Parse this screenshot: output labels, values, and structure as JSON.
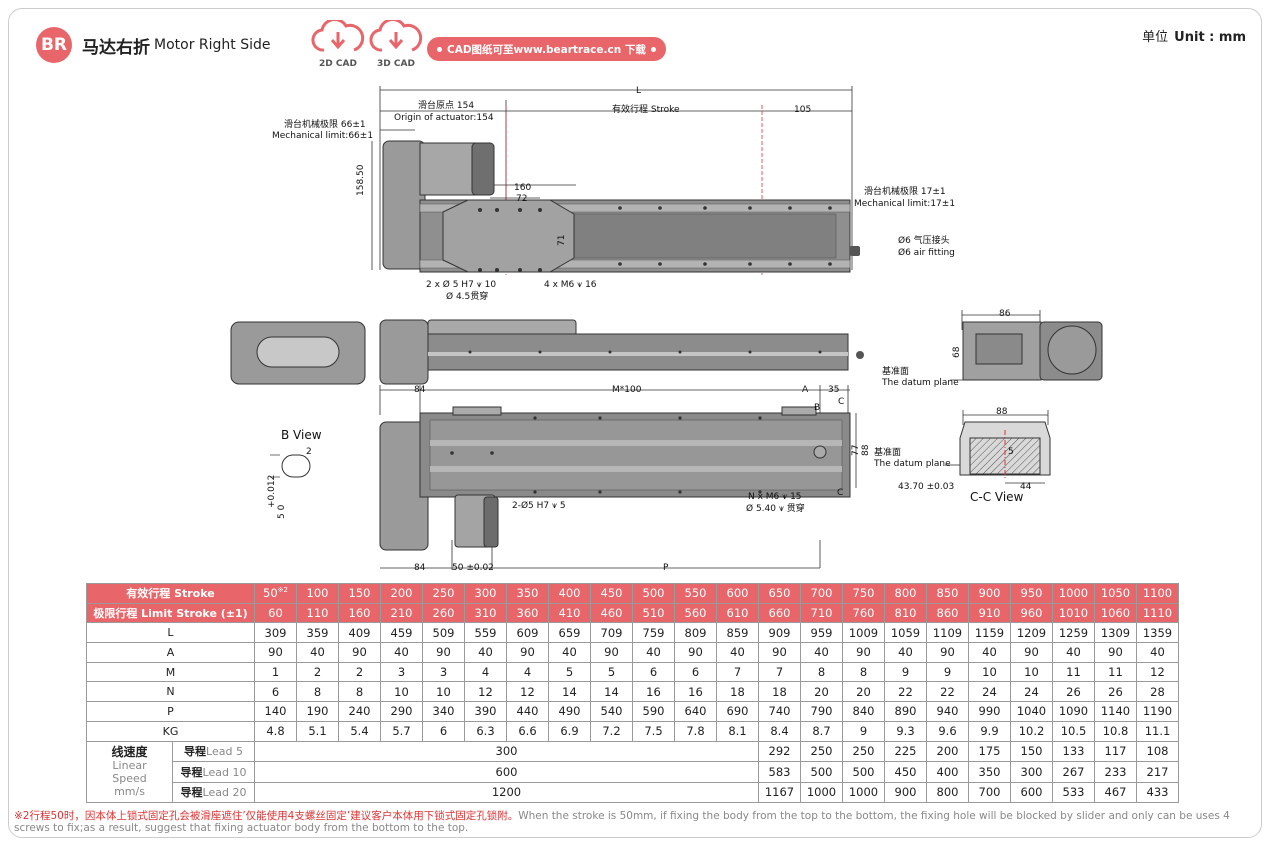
{
  "header": {
    "badge": "BR",
    "title_cn": "马达右折",
    "title_en": "Motor Right Side",
    "cad_2d": "2D CAD",
    "cad_3d": "3D CAD",
    "cad_link": "CAD图纸可至www.beartrace.cn 下载",
    "unit_cn": "单位",
    "unit_en": "Unit : mm"
  },
  "colors": {
    "accent": "#e8666a",
    "body": "#8a8a8a",
    "dark": "#4a4a4a"
  },
  "drawing": {
    "L": "L",
    "origin_cn": "滑台原点 154",
    "origin_en": "Origin of actuator:154",
    "stroke": "有效行程 Stroke",
    "d105": "105",
    "mech_left_cn": "滑台机械极限 66±1",
    "mech_left_en": "Mechanical limit:66±1",
    "mech_right_cn": "滑台机械极限 17±1",
    "mech_right_en": "Mechanical limit:17±1",
    "h15850": "158.50",
    "d160": "160",
    "d72": "72",
    "d71": "71",
    "air_cn": "Ø6 气压接头",
    "air_en": "Ø6 air fitting",
    "hole1": "2 x Ø 5 H7 ⩛ 10",
    "hole1b": "Ø 4.5贯穿",
    "hole2": "4 x M6 ⩛ 16",
    "d84a": "84",
    "m100": "M*100",
    "dA": "A",
    "d35": "35",
    "dB": "B",
    "dC": "C",
    "dC2": "C",
    "d77": "77",
    "d88v": "88",
    "bview": "B View",
    "d2": "2",
    "tol": "+0.012",
    "tol2": "5  0",
    "hole3": "2-Ø5 H7 ⩛ 5",
    "hole4": "N x M6 ⩛ 15",
    "hole4b": "Ø 5.40 ⩛ 贯穿",
    "d84b": "84",
    "d50": "50 ±0.02",
    "dP": "P",
    "d86": "86",
    "d68": "68",
    "datum1_cn": "基准面",
    "datum1_en": "The datum plane",
    "d88h": "88",
    "datum2_cn": "基准面",
    "datum2_en": "The datum plane",
    "d5": "5",
    "d4370": "43.70 ±0.03",
    "d44": "44",
    "ccview": "C-C View"
  },
  "table": {
    "stroke_label": "有效行程 Stroke",
    "stroke_first": "50",
    "stroke_sup": "※2",
    "strokes": [
      "100",
      "150",
      "200",
      "250",
      "300",
      "350",
      "400",
      "450",
      "500",
      "550",
      "600",
      "650",
      "700",
      "750",
      "800",
      "850",
      "900",
      "950",
      "1000",
      "1050",
      "1100"
    ],
    "limit_label": "极限行程 Limit Stroke (±1)",
    "limits": [
      "60",
      "110",
      "160",
      "210",
      "260",
      "310",
      "360",
      "410",
      "460",
      "510",
      "560",
      "610",
      "660",
      "710",
      "760",
      "810",
      "860",
      "910",
      "960",
      "1010",
      "1060",
      "1110"
    ],
    "rows": [
      {
        "label": "L",
        "values": [
          "309",
          "359",
          "409",
          "459",
          "509",
          "559",
          "609",
          "659",
          "709",
          "759",
          "809",
          "859",
          "909",
          "959",
          "1009",
          "1059",
          "1109",
          "1159",
          "1209",
          "1259",
          "1309",
          "1359"
        ]
      },
      {
        "label": "A",
        "values": [
          "90",
          "40",
          "90",
          "40",
          "90",
          "40",
          "90",
          "40",
          "90",
          "40",
          "90",
          "40",
          "90",
          "40",
          "90",
          "40",
          "90",
          "40",
          "90",
          "40",
          "90",
          "40"
        ]
      },
      {
        "label": "M",
        "values": [
          "1",
          "2",
          "2",
          "3",
          "3",
          "4",
          "4",
          "5",
          "5",
          "6",
          "6",
          "7",
          "7",
          "8",
          "8",
          "9",
          "9",
          "10",
          "10",
          "11",
          "11",
          "12"
        ]
      },
      {
        "label": "N",
        "values": [
          "6",
          "8",
          "8",
          "10",
          "10",
          "12",
          "12",
          "14",
          "14",
          "16",
          "16",
          "18",
          "18",
          "20",
          "20",
          "22",
          "22",
          "24",
          "24",
          "26",
          "26",
          "28"
        ]
      },
      {
        "label": "P",
        "values": [
          "140",
          "190",
          "240",
          "290",
          "340",
          "390",
          "440",
          "490",
          "540",
          "590",
          "640",
          "690",
          "740",
          "790",
          "840",
          "890",
          "940",
          "990",
          "1040",
          "1090",
          "1140",
          "1190"
        ]
      },
      {
        "label": "KG",
        "values": [
          "4.8",
          "5.1",
          "5.4",
          "5.7",
          "6",
          "6.3",
          "6.6",
          "6.9",
          "7.2",
          "7.5",
          "7.8",
          "8.1",
          "8.4",
          "8.7",
          "9",
          "9.3",
          "9.6",
          "9.9",
          "10.2",
          "10.5",
          "10.8",
          "11.1"
        ]
      }
    ],
    "speed_cn": "线速度",
    "speed_en1": "Linear",
    "speed_en2": "Speed",
    "speed_unit": "mm/s",
    "lead_cn": "导程",
    "leads": [
      {
        "lead": "Lead 5",
        "merged": "300",
        "values": [
          "292",
          "250",
          "250",
          "225",
          "200",
          "175",
          "150",
          "133",
          "117",
          "108"
        ]
      },
      {
        "lead": "Lead 10",
        "merged": "600",
        "values": [
          "583",
          "500",
          "500",
          "450",
          "400",
          "350",
          "300",
          "267",
          "233",
          "217"
        ]
      },
      {
        "lead": "Lead 20",
        "merged": "1200",
        "values": [
          "1167",
          "1000",
          "1000",
          "900",
          "800",
          "700",
          "600",
          "533",
          "467",
          "433"
        ]
      }
    ]
  },
  "footnote": {
    "red": "※2行程50时，因本体上锁式固定孔会被滑座遮住’仅能使用4支螺丝固定’建议客户本体用下锁式固定孔锁附。",
    "gray": "When the stroke is 50mm, if fixing the body from the top to the bottom, the fixing hole will be blocked by slider and only can be uses 4 screws to fix;as a result, suggest that fixing actuator body from the bottom to the top."
  }
}
